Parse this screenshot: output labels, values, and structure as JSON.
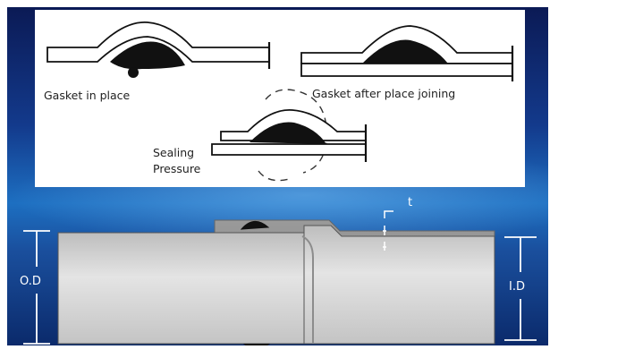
{
  "labels": {
    "gasket_in_place": "Gasket in place",
    "gasket_after": "Gasket after place joining",
    "sealing_line1": "Sealing",
    "sealing_line2": "Pressure",
    "thickness": "t",
    "outer_diameter": "O.D",
    "inner_diameter": "I.D"
  },
  "colors": {
    "background_top": "#0b1a55",
    "background_mid": "#1d6fc1",
    "pipe_body": "#cfcfcf",
    "gasket": "#111111"
  }
}
